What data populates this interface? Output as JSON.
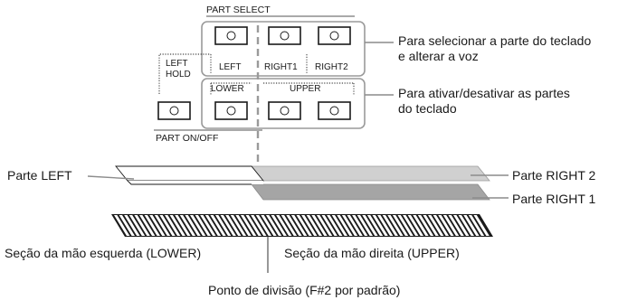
{
  "panel": {
    "part_select_label": "PART SELECT",
    "part_on_off_label": "PART ON/OFF",
    "left_hold_line1": "LEFT",
    "left_hold_line2": "HOLD",
    "left_label": "LEFT",
    "right1_label": "RIGHT1",
    "right2_label": "RIGHT2",
    "lower_label": "LOWER",
    "upper_label": "UPPER"
  },
  "callouts": {
    "select_line1": "Para selecionar a parte do teclado",
    "select_line2": "e alterar a voz",
    "onoff_line1": "Para ativar/desativar as partes",
    "onoff_line2": "do teclado"
  },
  "parts": {
    "left": "Parte LEFT",
    "right2": "Parte RIGHT 2",
    "right1": "Parte RIGHT 1"
  },
  "sections": {
    "lower": "Seção da mão esquerda (LOWER)",
    "upper": "Seção da mão direita (UPPER)"
  },
  "split_point": "Ponto de divisão (F#2 por padrão)",
  "colors": {
    "right2_band": "#d0d0d0",
    "right1_band": "#a5a5a5",
    "callout_line": "#8c8c8c",
    "split_dash": "#9a9a9a"
  }
}
